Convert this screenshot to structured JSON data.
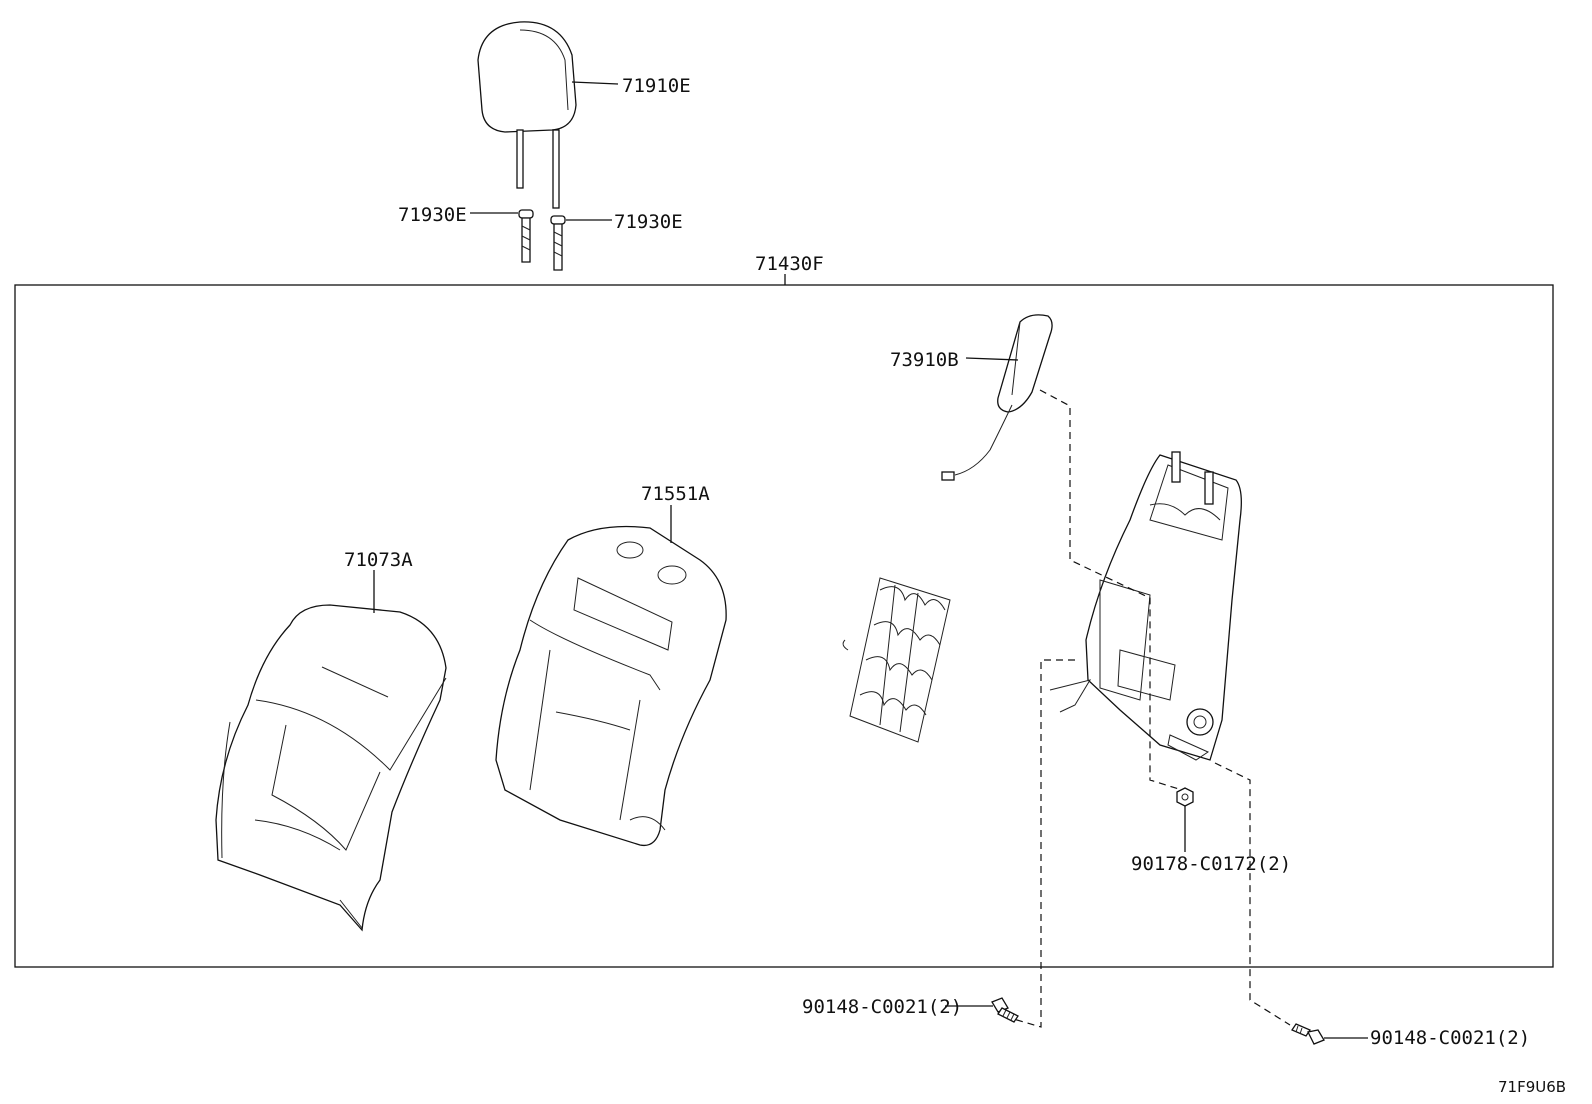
{
  "diagram_code": "71F9U6B",
  "assembly_label": "71430F",
  "parts": {
    "headrest": "71910E",
    "headrest_guide_left": "71930E",
    "headrest_guide_right": "71930E",
    "seatback_cover": "71073A",
    "seatback_pad": "71551A",
    "side_airbag": "73910B",
    "nut": "90178-C0172(2)",
    "bolt_lower_left": "90148-C0021(2)",
    "bolt_lower_right": "90148-C0021(2)"
  }
}
